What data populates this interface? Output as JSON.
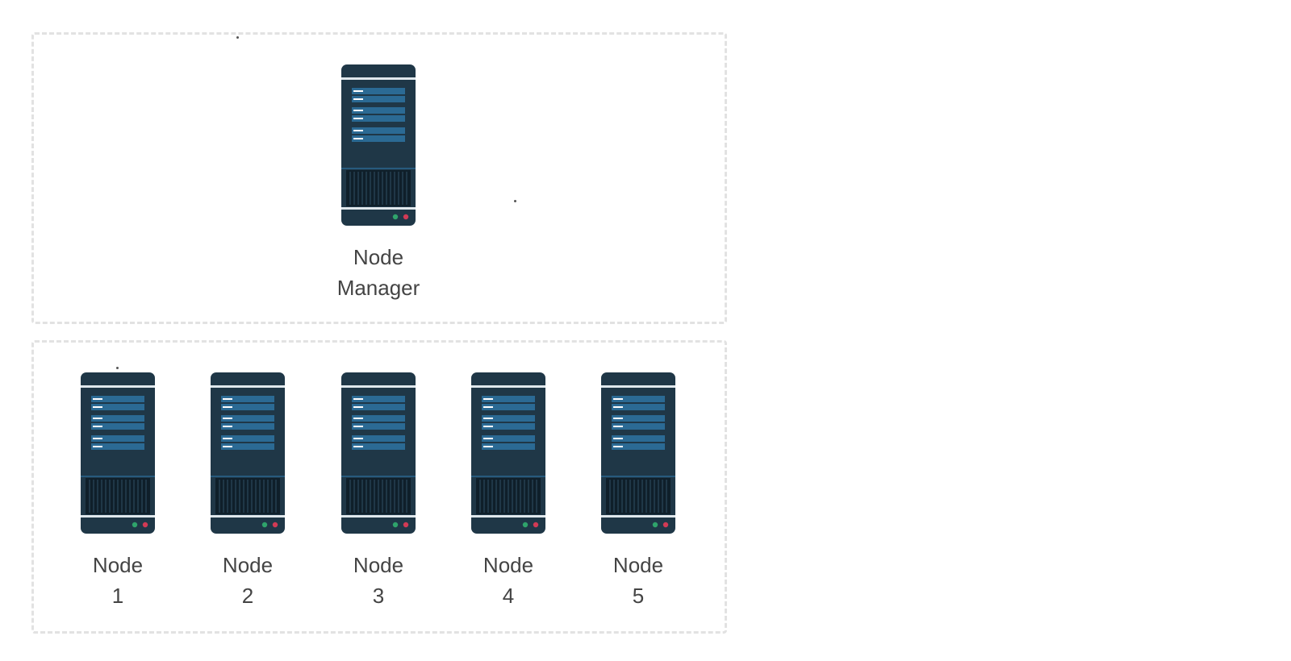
{
  "manager": {
    "label_line1": "Node",
    "label_line2": "Manager"
  },
  "workers": [
    {
      "label_line1": "Node",
      "label_line2": "1"
    },
    {
      "label_line1": "Node",
      "label_line2": "2"
    },
    {
      "label_line1": "Node",
      "label_line2": "3"
    },
    {
      "label_line1": "Node",
      "label_line2": "4"
    },
    {
      "label_line1": "Node",
      "label_line2": "5"
    }
  ],
  "colors": {
    "server_body": "#1f3747",
    "drive_bay": "#2b6a94",
    "accent": "#ffffff",
    "led_green": "#2fa36b",
    "led_red": "#d13a55",
    "border": "#e2e2e2",
    "label_text": "#444444"
  },
  "icons": {
    "server": "server-icon"
  }
}
